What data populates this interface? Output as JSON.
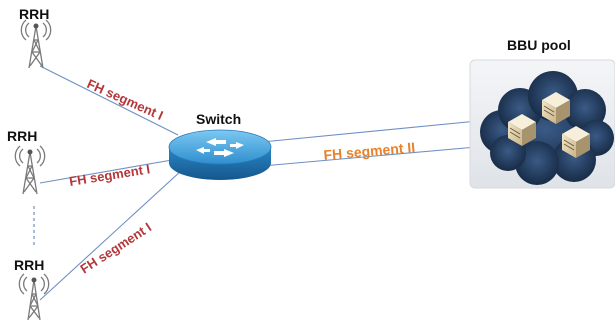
{
  "nodes": {
    "rrh_top": {
      "label": "RRH",
      "icon": "antenna-tower-icon"
    },
    "rrh_middle": {
      "label": "RRH",
      "icon": "antenna-tower-icon"
    },
    "rrh_bottom": {
      "label": "RRH",
      "icon": "antenna-tower-icon"
    },
    "switch": {
      "label": "Switch",
      "icon": "switch-icon"
    },
    "bbu_pool": {
      "label": "BBU pool",
      "icon": "cloud-servers-icon"
    }
  },
  "links": {
    "segment_top": "FH segment I",
    "segment_middle": "FH segment I",
    "segment_bottom": "FH segment I",
    "segment_backhaul": "FH segment II"
  },
  "colors": {
    "link_line": "#6f8fc4",
    "segment_i_text": "#b3373a",
    "segment_ii_text": "#e8822a",
    "switch_blue": "#3d9ed8",
    "cloud_navy": "#1c3350",
    "tower_gray": "#7a7a7a"
  }
}
